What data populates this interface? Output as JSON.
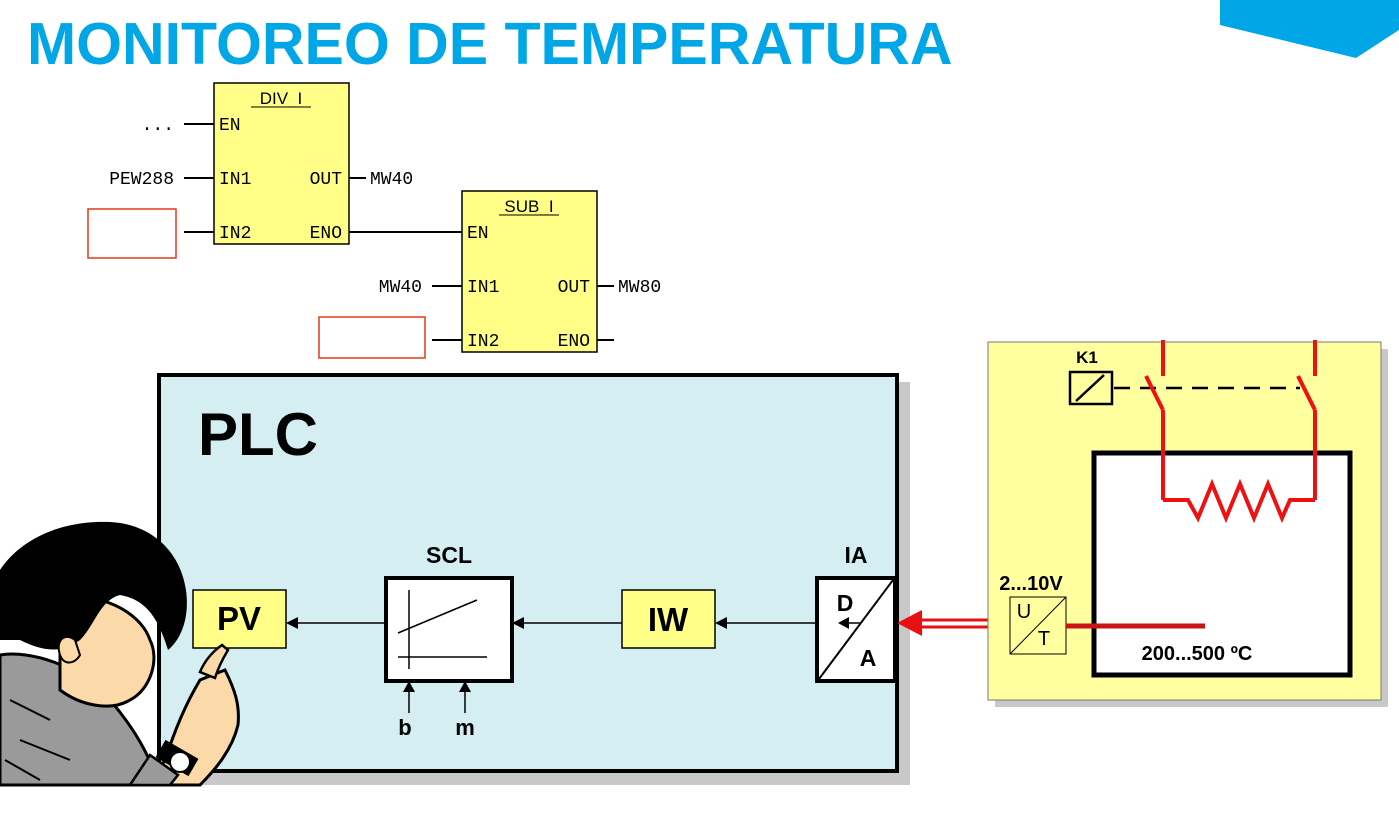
{
  "title": "MONITOREO DE TEMPERATURA",
  "colors": {
    "title": "#00a6e6",
    "fb_fill": "#ffff88",
    "plc_fill": "#d5eef2",
    "oven_fill": "#ffffa0",
    "red": "#ee1111"
  },
  "div_block": {
    "name": "DIV_I",
    "pins_left": [
      "EN",
      "IN1",
      "IN2"
    ],
    "pins_right": [
      "OUT",
      "ENO"
    ],
    "en_input": "...",
    "in1_input": "PEW288",
    "out_output": "MW40"
  },
  "sub_block": {
    "name": "SUB_I",
    "pins_left": [
      "EN",
      "IN1",
      "IN2"
    ],
    "pins_right": [
      "OUT",
      "ENO"
    ],
    "in1_input": "MW40",
    "out_output": "MW80"
  },
  "plc": {
    "label": "PLC",
    "pv": "PV",
    "scl": "SCL",
    "scl_param_b": "b",
    "scl_param_m": "m",
    "iw": "IW",
    "ia": "IA",
    "ia_d": "D",
    "ia_a": "A"
  },
  "oven": {
    "contactor": "K1",
    "voltage_range": "2...10V",
    "transducer_u": "U",
    "transducer_t": "T",
    "temp_range": "200...500 ºC"
  },
  "icons": [
    "person-pointing-icon",
    "relay-coil-icon",
    "heating-resistor-icon",
    "transducer-icon",
    "scaling-graph-icon",
    "adc-icon"
  ]
}
